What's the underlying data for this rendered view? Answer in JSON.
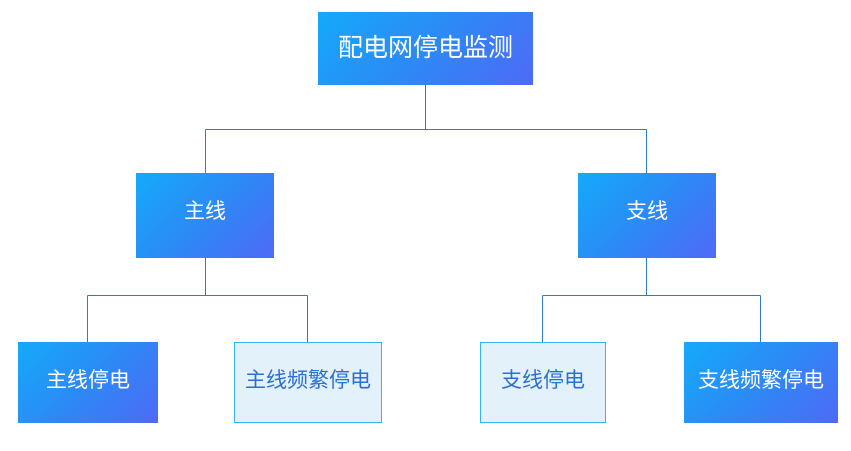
{
  "diagram": {
    "type": "tree",
    "title": "配电网停电监测",
    "background_color": "#ffffff",
    "connector_color": "#2f7cc4",
    "styles": {
      "filled_gradient_from": "#14aafa",
      "filled_gradient_to": "#4f69f7",
      "filled_text_color": "#ffffff",
      "outline_fill": "#e3f1fb",
      "outline_border_color": "#35b4f5",
      "outline_text_color": "#2a6fd6"
    },
    "nodes": {
      "root": {
        "label": "配电网停电监测",
        "style": "filled"
      },
      "main_line": {
        "label": "主线",
        "style": "filled"
      },
      "branch_line": {
        "label": "支线",
        "style": "filled"
      },
      "main_outage": {
        "label": "主线停电",
        "style": "filled"
      },
      "main_frequent_outage": {
        "label": "主线频繁停电",
        "style": "outline"
      },
      "branch_outage": {
        "label": "支线停电",
        "style": "outline"
      },
      "branch_frequent_outage": {
        "label": "支线频繁停电",
        "style": "filled"
      }
    },
    "edges": [
      {
        "from": "root",
        "to": "main_line"
      },
      {
        "from": "root",
        "to": "branch_line"
      },
      {
        "from": "main_line",
        "to": "main_outage"
      },
      {
        "from": "main_line",
        "to": "main_frequent_outage"
      },
      {
        "from": "branch_line",
        "to": "branch_outage"
      },
      {
        "from": "branch_line",
        "to": "branch_frequent_outage"
      }
    ]
  }
}
